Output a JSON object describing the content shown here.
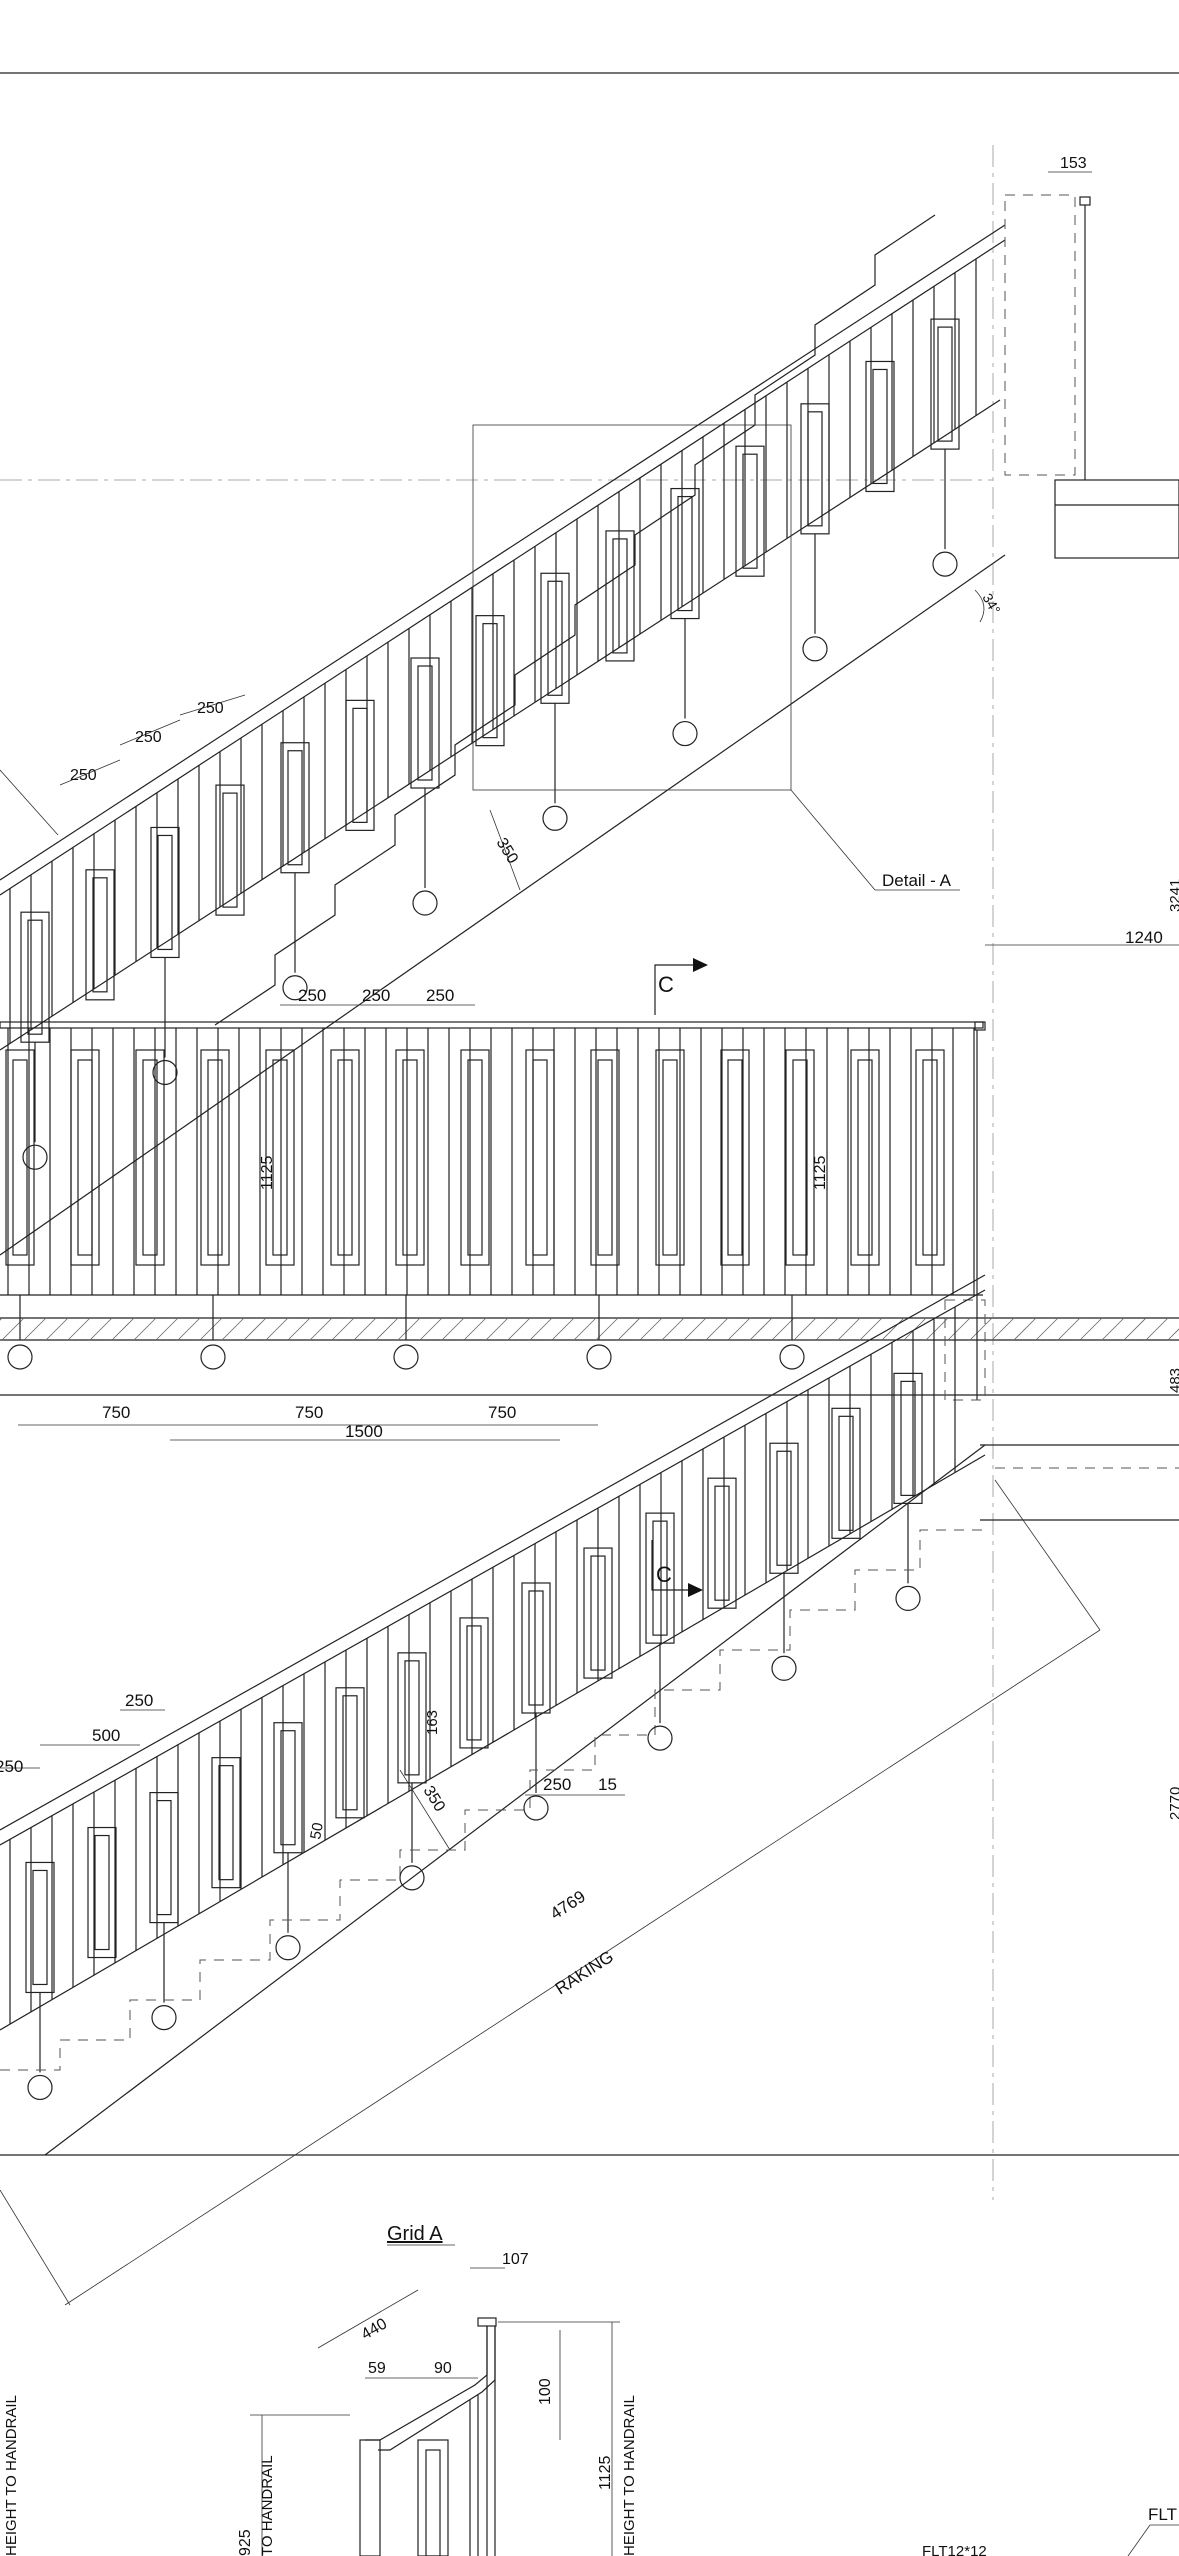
{
  "upper_flight": {
    "dims": {
      "top_width": "153",
      "baluster_a": "250",
      "baluster_b": "250",
      "baluster_c": "250",
      "riser": "350",
      "angle": "34°"
    },
    "detail_label": "Detail - A",
    "right_dims": {
      "landing_width": "1240",
      "height": "3241"
    }
  },
  "section_marker": {
    "upper": "C",
    "lower": "C"
  },
  "landing": {
    "spacing_top": [
      "250",
      "250",
      "250"
    ],
    "height_left": "1125",
    "height_right": "1125",
    "spacing_bottom": [
      "750",
      "750",
      "750"
    ],
    "span": "1500",
    "right_cut": "483"
  },
  "lower_flight": {
    "dims": {
      "a": "250",
      "b": "500",
      "c": "250",
      "d": "163",
      "e": "250",
      "f": "15",
      "g": "50",
      "h": "350"
    },
    "raking_value": "4769",
    "raking_label": "RAKING",
    "right_height": "2770"
  },
  "detail": {
    "title": "Grid A",
    "dims": {
      "top": "107",
      "slope": "440",
      "a": "59",
      "b": "90",
      "rail": "100"
    },
    "labels": {
      "left_edge": "HEIGHT TO HANDRAIL",
      "mid_value": "925",
      "mid_text": "TO HANDRAIL",
      "right_value": "1125",
      "right_text": "HEIGHT TO HANDRAIL",
      "flt_bottom": "FLT12*12",
      "flt_right": "FLT"
    }
  }
}
